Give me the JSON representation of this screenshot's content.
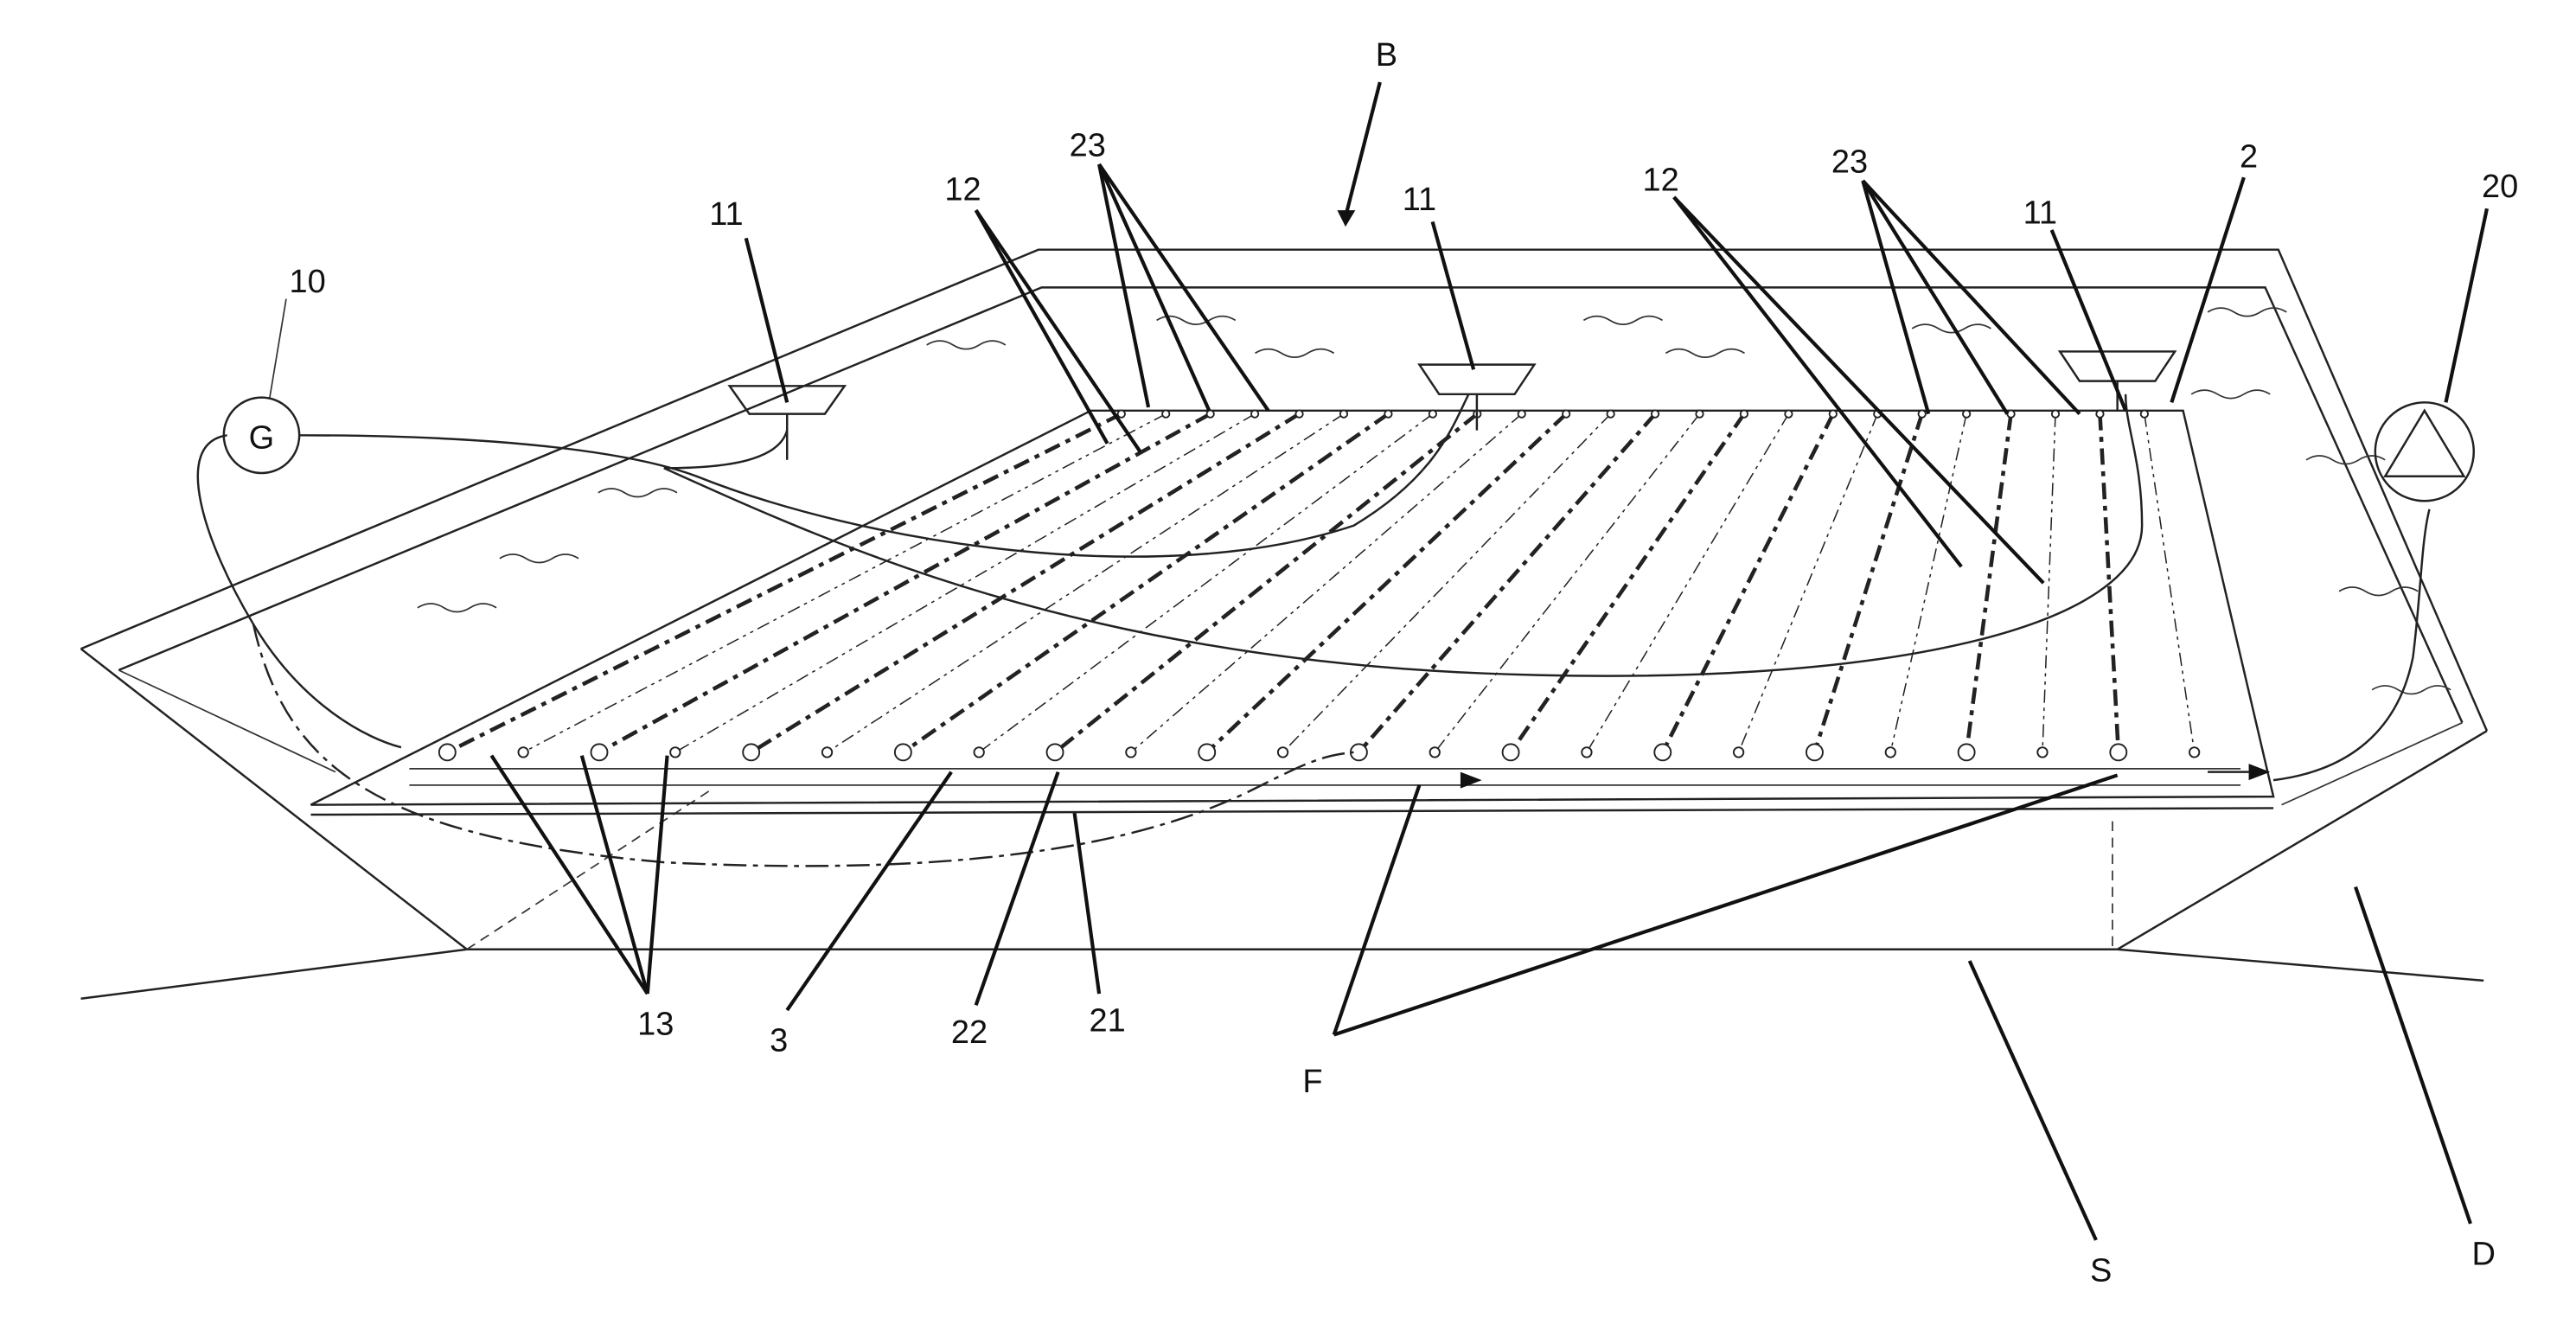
{
  "figure": {
    "labels": {
      "B": "B",
      "n23_left": "23",
      "n12_left": "12",
      "n11_left": "11",
      "n11_mid": "11",
      "n10": "10",
      "G": "G",
      "n12_right": "12",
      "n23_right": "23",
      "n11_right": "11",
      "n2": "2",
      "n20": "20",
      "n13": "13",
      "n3": "3",
      "n22": "22",
      "n21": "21",
      "F": "F",
      "S": "S",
      "D": "D"
    },
    "grid_line_count": 24
  }
}
